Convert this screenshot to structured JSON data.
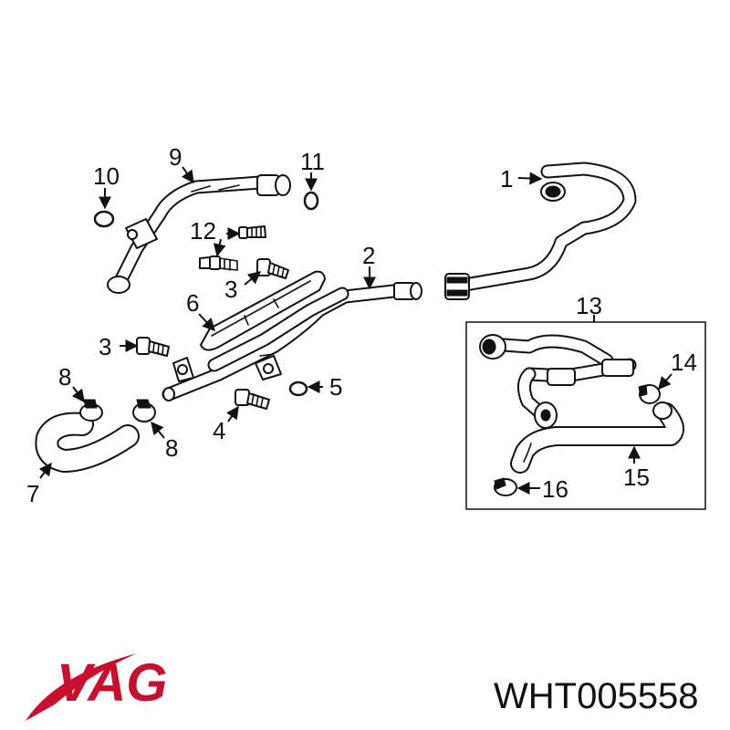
{
  "callouts": {
    "c1": "1",
    "c2": "2",
    "c3a": "3",
    "c3b": "3",
    "c4": "4",
    "c5": "5",
    "c6": "6",
    "c7": "7",
    "c8a": "8",
    "c8b": "8",
    "c9": "9",
    "c10": "10",
    "c11": "11",
    "c12": "12",
    "c13": "13",
    "c14": "14",
    "c15": "15",
    "c16": "16"
  },
  "brand": {
    "logo_text": "VAG",
    "part_number": "WHT005558",
    "logo_color": "#c8102e"
  }
}
